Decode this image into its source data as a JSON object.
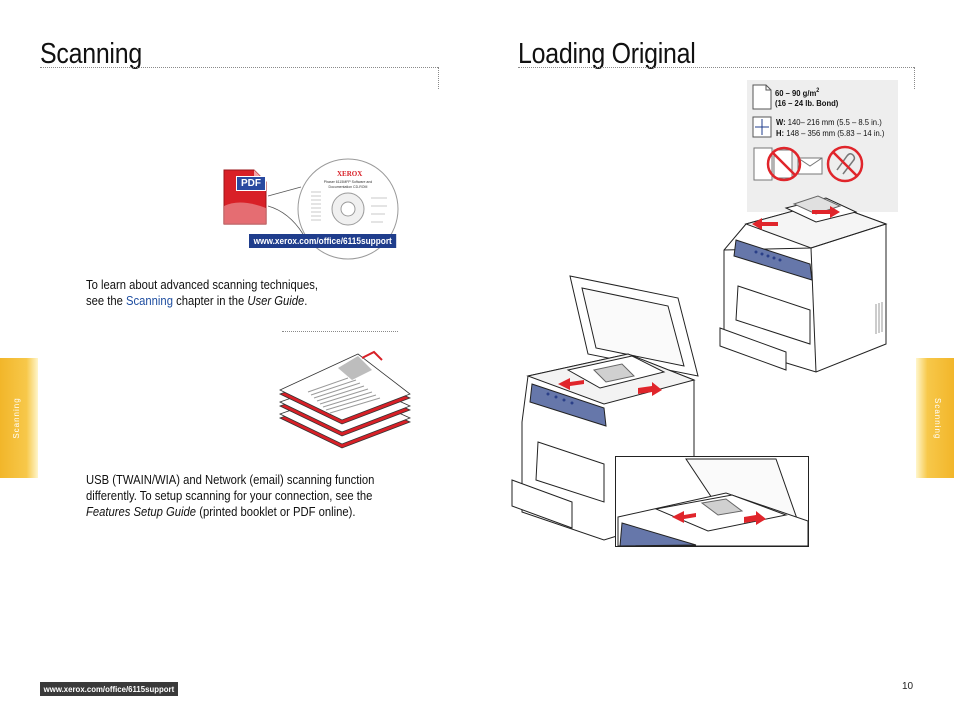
{
  "left": {
    "title": "Scanning",
    "support_url": "www.xerox.com/office/6115support",
    "pdf_label": "PDF",
    "cd": {
      "brand": "XEROX",
      "title_line1": "Phaser 6115MFP Software and",
      "title_line2": "Documentation CD-ROM"
    },
    "learn": {
      "line1": "To learn about advanced scanning techniques,",
      "line2_pre": "see the ",
      "line2_link": "Scanning",
      "line2_mid": " chapter in the ",
      "line2_guide": "User Guide",
      "line2_end": "."
    },
    "usb": {
      "line1": "USB (TWAIN/WIA) and Network (email) scanning function",
      "line2": "differently. To setup scanning for your connection, see the",
      "line3_guide": "Features Setup Guide",
      "line3_rest": " (printed booklet or PDF online)."
    },
    "side_tab": "Scanning"
  },
  "right": {
    "title": "Loading Original",
    "spec": {
      "weight": "60 – 90 g/m",
      "weight_sup": "2",
      "bond": "(16 – 24 lb. Bond)",
      "w_label": "W:",
      "w_value": " 140– 216 mm (5.5 – 8.5 in.)",
      "h_label": "H:",
      "h_value": " 148 – 356 mm (5.83 – 14 in.)"
    },
    "side_tab": "Scanning"
  },
  "footer": {
    "url": "www.xerox.com/office/6115support",
    "page_number": "10"
  },
  "colors": {
    "accent_blue": "#1f3d8c",
    "link_blue": "#1f4ea0",
    "tab_gold": "#f2b62a",
    "arrow_red": "#e0252b"
  }
}
